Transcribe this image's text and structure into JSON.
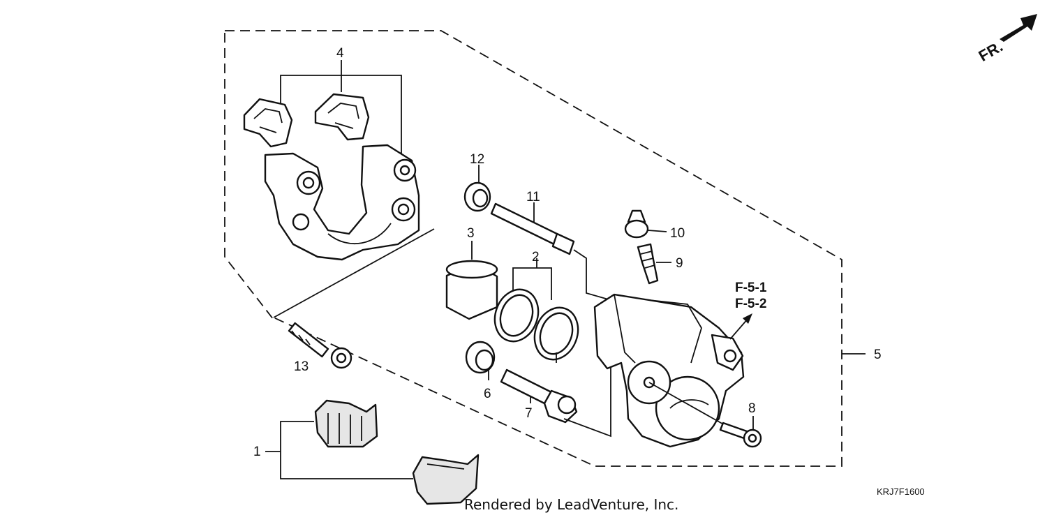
{
  "callouts": {
    "c1": "1",
    "c2": "2",
    "c3": "3",
    "c4": "4",
    "c5": "5",
    "c6": "6",
    "c7": "7",
    "c8": "8",
    "c9": "9",
    "c10": "10",
    "c11": "11",
    "c12": "12",
    "c13": "13"
  },
  "refs": {
    "r1": "F-5-1",
    "r2": "F-5-2"
  },
  "direction": "FR.",
  "diagram_code": "KRJ7F1600",
  "credit": "Rendered by LeadVenture, Inc."
}
